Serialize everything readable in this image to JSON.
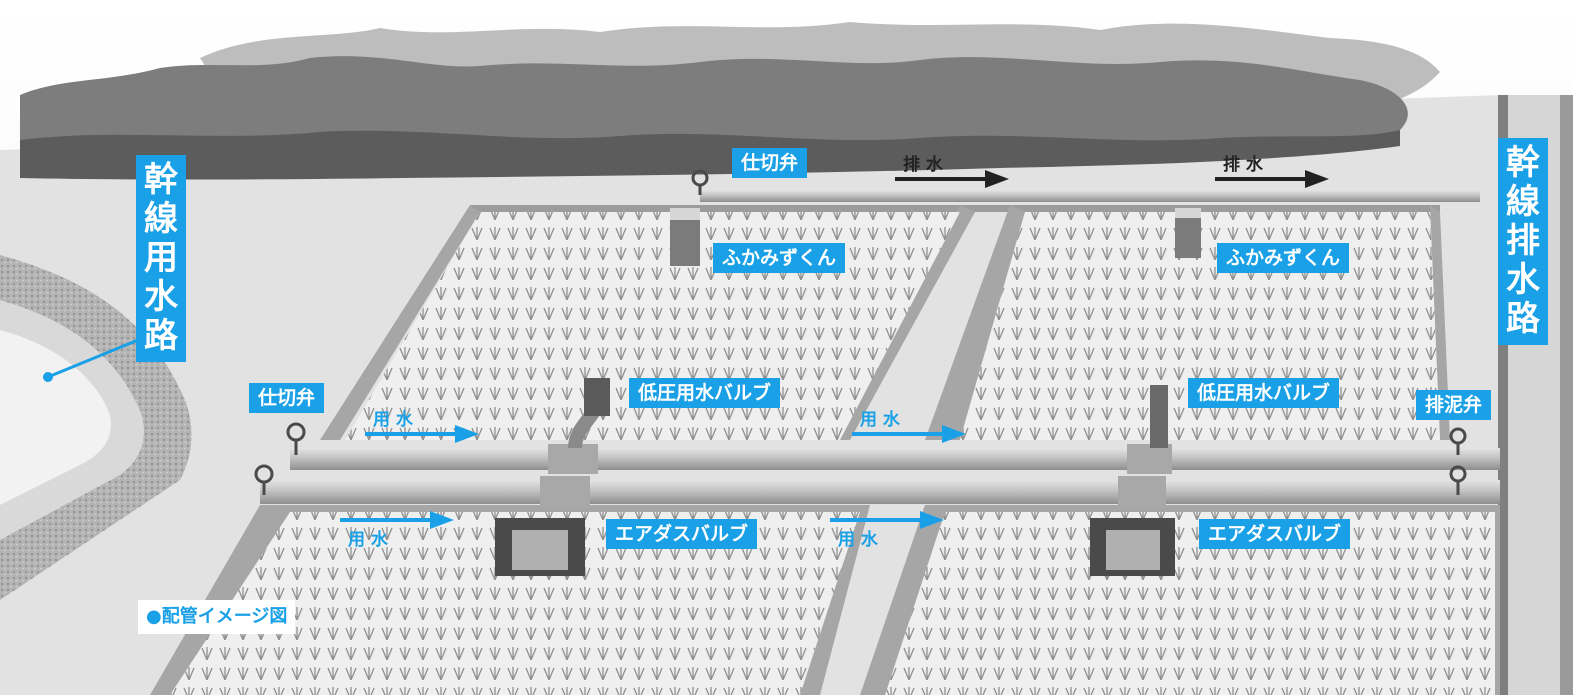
{
  "labels": {
    "main_supply_canal": [
      "幹",
      "線",
      "用",
      "水",
      "路"
    ],
    "main_drain_canal": [
      "幹",
      "線",
      "排",
      "水",
      "路"
    ],
    "gate_valve_top": "仕切弁",
    "gate_valve_left": "仕切弁",
    "fukamizukun_left": "ふかみずくん",
    "fukamizukun_right": "ふかみずくん",
    "low_pressure_valve_left": "低圧用水バルブ",
    "low_pressure_valve_right": "低圧用水バルブ",
    "drain_valve": "排泥弁",
    "air_valve_left": "エアダスバルブ",
    "air_valve_right": "エアダスバルブ",
    "drain_arrow": "排 水",
    "supply_arrow": "用 水",
    "caption": "●配管イメージ図"
  },
  "colors": {
    "label_bg": "#1aa0e6",
    "label_text": "#ffffff",
    "drain_arrow": "#222222",
    "supply_arrow": "#1aa0e6"
  }
}
